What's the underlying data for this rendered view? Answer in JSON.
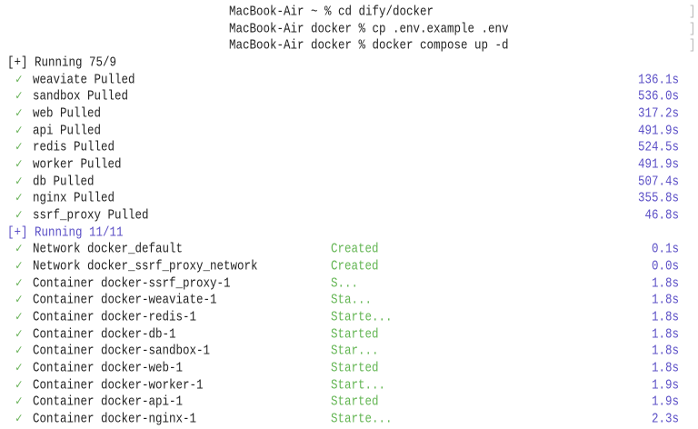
{
  "prompts": [
    {
      "text": "MacBook-Air ~ % cd dify/docker"
    },
    {
      "text": "MacBook-Air docker % cp .env.example .env"
    },
    {
      "text": "MacBook-Air docker % docker compose up -d"
    }
  ],
  "pull_header": "[+] Running 75/9",
  "pulls": [
    {
      "name": "weaviate Pulled",
      "time": "136.1s"
    },
    {
      "name": "sandbox Pulled",
      "time": "536.0s"
    },
    {
      "name": "web Pulled",
      "time": "317.2s"
    },
    {
      "name": "api Pulled",
      "time": "491.9s"
    },
    {
      "name": "redis Pulled",
      "time": "524.5s"
    },
    {
      "name": "worker Pulled",
      "time": "491.9s"
    },
    {
      "name": "db Pulled",
      "time": "507.4s"
    },
    {
      "name": "nginx Pulled",
      "time": "355.8s"
    },
    {
      "name": "ssrf_proxy Pulled",
      "time": "46.8s"
    }
  ],
  "run_header": "[+] Running 11/11",
  "runs": [
    {
      "name": "Network docker_default",
      "status": "Created",
      "time": "0.1s"
    },
    {
      "name": "Network docker_ssrf_proxy_network",
      "status": "Created",
      "time": "0.0s"
    },
    {
      "name": "Container docker-ssrf_proxy-1",
      "status": "S...",
      "time": "1.8s"
    },
    {
      "name": "Container docker-weaviate-1",
      "status": "Sta...",
      "time": "1.8s"
    },
    {
      "name": "Container docker-redis-1",
      "status": "Starte...",
      "time": "1.8s"
    },
    {
      "name": "Container docker-db-1",
      "status": "Started",
      "time": "1.8s"
    },
    {
      "name": "Container docker-sandbox-1",
      "status": "Star...",
      "time": "1.8s"
    },
    {
      "name": "Container docker-web-1",
      "status": "Started",
      "time": "1.8s"
    },
    {
      "name": "Container docker-worker-1",
      "status": "Start...",
      "time": "1.9s"
    },
    {
      "name": "Container docker-api-1",
      "status": "Started",
      "time": "1.9s"
    },
    {
      "name": "Container docker-nginx-1",
      "status": "Starte...",
      "time": "2.3s"
    }
  ],
  "check_glyph": "✓",
  "bracket_glyph": "]",
  "colors": {
    "check": "#6db45d",
    "status": "#62b552",
    "time": "#5b4fc6",
    "text": "#222222"
  }
}
